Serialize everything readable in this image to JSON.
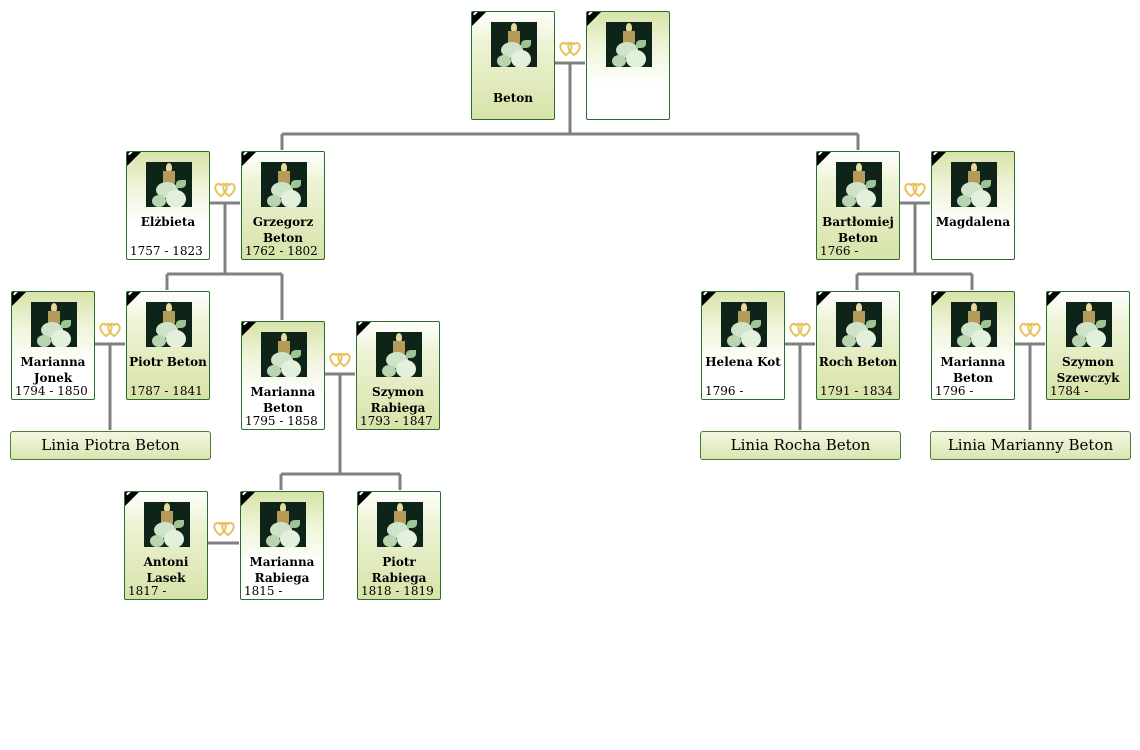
{
  "colors": {
    "connector": "#808080",
    "card_border": "#2e6b2e",
    "card_fill": "#d6e3a8",
    "heart": "#e8c25a",
    "mourning": "#000000"
  },
  "persons": {
    "p_beton": {
      "name": "Beton",
      "dates": "",
      "sex": "male"
    },
    "p_beton_wife": {
      "name": "",
      "dates": "",
      "sex": "female"
    },
    "p_elzbieta": {
      "name": "Elżbieta",
      "dates": "1757 - 1823",
      "sex": "female"
    },
    "p_grzegorz": {
      "name": "Grzegorz Beton",
      "dates": "1762 - 1802",
      "sex": "male"
    },
    "p_bartlomiej": {
      "name": "Bartłomiej Beton",
      "dates": "1766 -",
      "sex": "male"
    },
    "p_magdalena": {
      "name": "Magdalena",
      "dates": "",
      "sex": "female"
    },
    "p_marianna_jonek": {
      "name": "Marianna Jonek",
      "dates": "1794 - 1850",
      "sex": "female"
    },
    "p_piotr_beton": {
      "name": "Piotr Beton",
      "dates": "1787 - 1841",
      "sex": "male"
    },
    "p_marianna_beton1": {
      "name": "Marianna Beton",
      "dates": "1795 - 1858",
      "sex": "female"
    },
    "p_szymon_rabiega": {
      "name": "Szymon Rabiega",
      "dates": "1793 - 1847",
      "sex": "male"
    },
    "p_helena_kot": {
      "name": "Helena Kot",
      "dates": "1796 -",
      "sex": "female"
    },
    "p_roch_beton": {
      "name": "Roch Beton",
      "dates": "1791 - 1834",
      "sex": "male"
    },
    "p_marianna_beton2": {
      "name": "Marianna Beton",
      "dates": "1796 -",
      "sex": "female"
    },
    "p_szymon_szewczyk": {
      "name": "Szymon Szewczyk",
      "dates": "1784 -",
      "sex": "male"
    },
    "p_antoni_lasek": {
      "name": "Antoni Lasek",
      "dates": "1817 -",
      "sex": "male"
    },
    "p_marianna_rabiega": {
      "name": "Marianna Rabiega",
      "dates": "1815 -",
      "sex": "female"
    },
    "p_piotr_rabiega": {
      "name": "Piotr Rabiega",
      "dates": "1818 - 1819",
      "sex": "male"
    }
  },
  "lines": {
    "piotra": {
      "label": "Linia Piotra Beton"
    },
    "rocha": {
      "label": "Linia Rocha Beton"
    },
    "marianny": {
      "label": "Linia Marianny Beton"
    }
  }
}
